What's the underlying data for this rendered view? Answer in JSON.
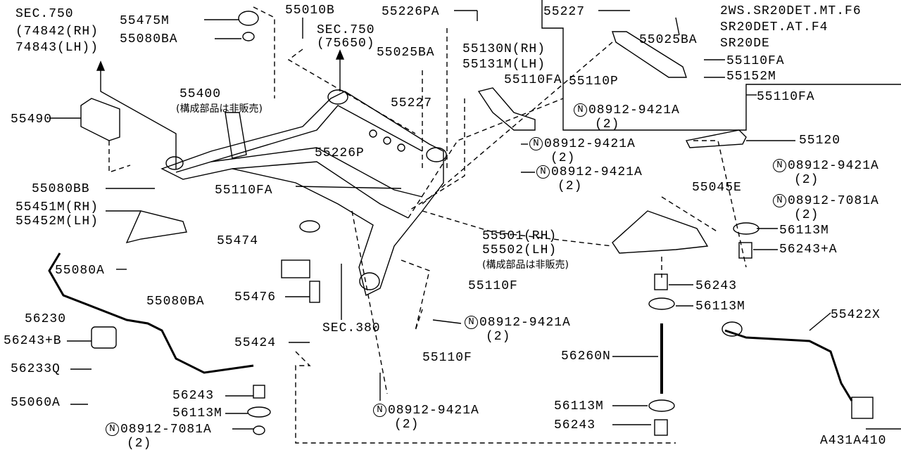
{
  "note": {
    "line1": "2WS.SR20DET.MT.F6",
    "line2": "SR20DET.AT.F4",
    "line3": "SR20DE"
  },
  "sec_ref_a": {
    "title": "SEC.750",
    "rh": "(74842(RH)",
    "lh": " 74843(LH))"
  },
  "sec_ref_b": {
    "title": "SEC.750",
    "code": "(75650)"
  },
  "sec_ref_c": "SEC.380",
  "not_sold": "(構成部品は非販売)",
  "parts": {
    "p55475M": "55475M",
    "p55080BA_top": "55080BA",
    "p55010B": "55010B",
    "p55226PA": "55226PA",
    "p55227_top": "55227",
    "p55025BA_top": "55025BA",
    "p55025BA": "55025BA",
    "p55130N": "55130N(RH)",
    "p55131M": "55131M(LH)",
    "p55110FA_a": "55110FA",
    "p55110P": "55110P",
    "p55152M": "55152M",
    "p55110FA_b": "55110FA",
    "p55400": "55400",
    "p55227": "55227",
    "p55110FA_c": "55110FA",
    "p55490": "55490",
    "p55120": "55120",
    "p55226P": "55226P",
    "p55080BB": "55080BB",
    "p55110FA_d": "55110FA",
    "p55045E": "55045E",
    "p55451M": "55451M(RH)",
    "p55452M": "55452M(LH)",
    "p56113M_r1": "56113M",
    "p55474": "55474",
    "p55501": "55501(RH)",
    "p55502": "55502(LH)",
    "p56243A": "56243+A",
    "p55080A": "55080A",
    "p55110F_a": "55110F",
    "p56243_r": "56243",
    "p55476": "55476",
    "p55080BA_b": "55080BA",
    "p56113M_r2": "56113M",
    "p56230": "56230",
    "p55422X": "55422X",
    "p56243B": "56243+B",
    "p55424": "55424",
    "p56260N": "56260N",
    "p55110F_b": "55110F",
    "p56233Q": "56233Q",
    "p56243_l": "56243",
    "p55060A": "55060A",
    "p56113M_l": "56113M",
    "p56113M_r3": "56113M",
    "p56243_r2": "56243"
  },
  "nuts": [
    {
      "n": "N",
      "code": "08912-9421A",
      "qty": "(2)"
    },
    {
      "n": "N",
      "code": "08912-9421A",
      "qty": "(2)"
    },
    {
      "n": "N",
      "code": "08912-9421A",
      "qty": "(2)"
    },
    {
      "n": "N",
      "code": "08912-9421A",
      "qty": "(2)"
    },
    {
      "n": "N",
      "code": "08912-7081A",
      "qty": "(2)"
    },
    {
      "n": "N",
      "code": "08912-9421A",
      "qty": "(2)"
    },
    {
      "n": "N",
      "code": "08912-9421A",
      "qty": "(2)"
    },
    {
      "n": "N",
      "code": "08912-7081A",
      "qty": "(2)"
    }
  ],
  "drawing_id": "A431A410"
}
